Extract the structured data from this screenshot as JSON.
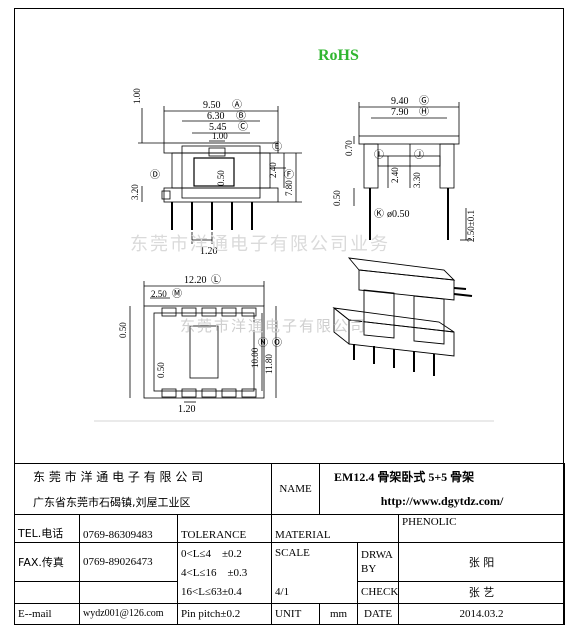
{
  "drawing": {
    "rohs": "RoHS",
    "watermark": "东莞市洋通电子有限公司业务",
    "watermark2": "东莞市洋通电子有限公司",
    "front_view": {
      "dims": [
        "9.50",
        "6.30",
        "5.45",
        "1.00",
        "1.00",
        "2.40",
        "7.80",
        "0.50",
        "3.20",
        "1.20"
      ],
      "markers": [
        "A",
        "B",
        "C",
        "D",
        "E",
        "F"
      ]
    },
    "side_view": {
      "dims": [
        "9.40",
        "7.90",
        "0.70",
        "2.40",
        "3.30",
        "0.50",
        "ø0.50",
        "2.50±0.1"
      ],
      "markers": [
        "G",
        "H",
        "I",
        "J",
        "K"
      ]
    },
    "bottom_view": {
      "dims": [
        "12.20",
        "2.50",
        "0.50",
        "0.50",
        "10.00",
        "11.80",
        "1.20"
      ],
      "markers": [
        "L",
        "M",
        "N",
        "O"
      ]
    }
  },
  "title_block": {
    "company": "东 莞 市 洋 通 电 子 有 限 公 司",
    "address": "广东省东莞市石碣镇,刘屋工业区",
    "name_label": "NAME",
    "product": "EM12.4 骨架卧式 5+5 骨架",
    "url": "http://www.dgytdz.com/",
    "tel_label": "TEL.电话",
    "tel": "0769-86309483",
    "tolerance_label": "TOLERANCE",
    "material_label": "MATERIAL",
    "material": "PHENOLIC",
    "fax_label": "FAX.传真",
    "fax": "0769-89026473",
    "tol1": "0<L≤4　±0.2",
    "tol2": "4<L≤16　±0.3",
    "tol3": "16<L≤63±0.4",
    "tol4": "Pin pitch±0.2",
    "scale_label": "SCALE",
    "scale": "4/1",
    "drawn_label": "DRWA BY",
    "drawn_by": "张 阳",
    "check_label": "CHECK",
    "checked_by": "张 艺",
    "email_label": "E--mail",
    "email": "wydz001@126.com",
    "unit_label": "UNIT",
    "unit": "mm",
    "date_label": "DATE",
    "date": "2014.03.2"
  }
}
